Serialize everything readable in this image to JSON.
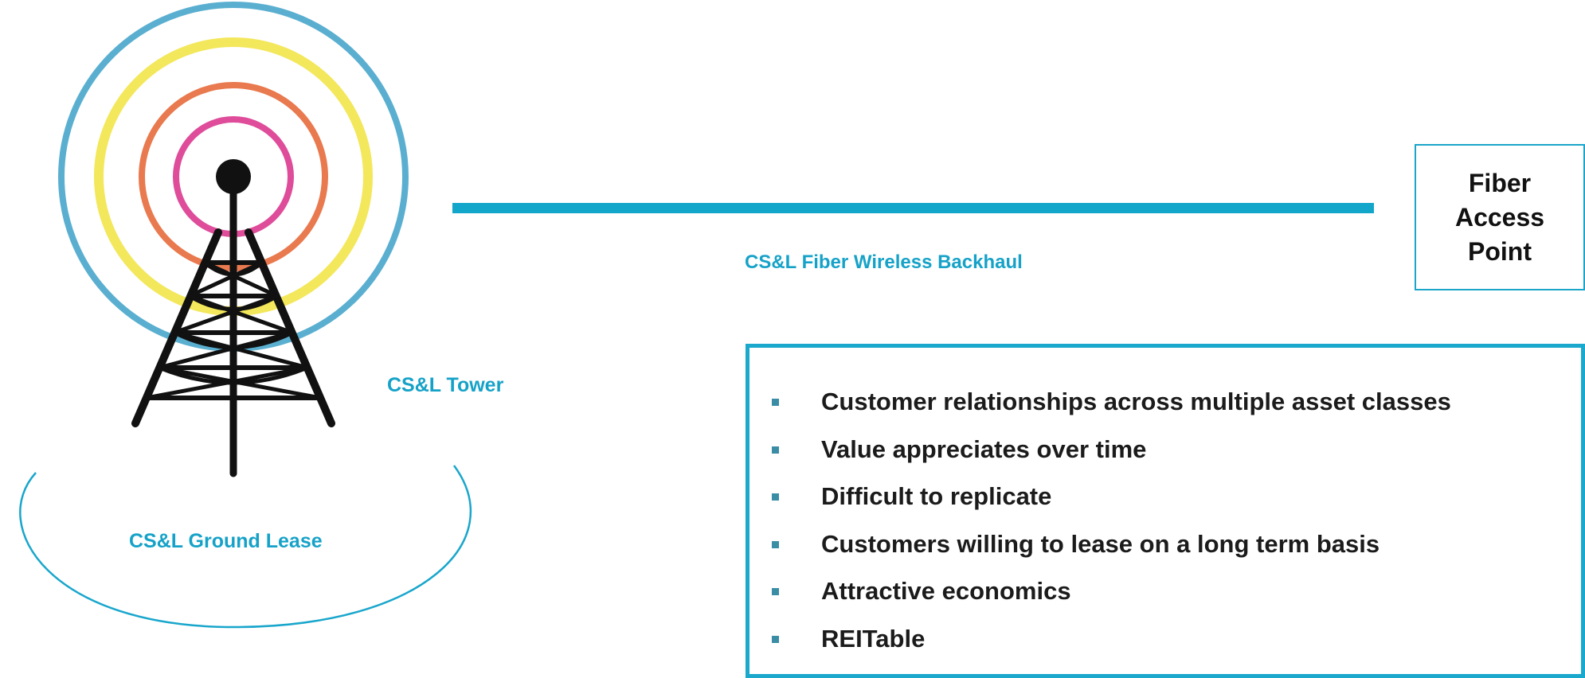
{
  "diagram": {
    "tower_label": "CS&L Tower",
    "ground_lease_label": "CS&L Ground Lease",
    "backhaul_label": "CS&L Fiber Wireless Backhaul",
    "fiber_access_point": [
      "Fiber",
      "Access",
      "Point"
    ],
    "benefits": [
      "Customer relationships across multiple asset classes",
      "Value appreciates over time",
      "Difficult to replicate",
      "Customers willing to lease on a long term basis",
      "Attractive economics",
      "REITable"
    ],
    "colors": {
      "accent": "#16a2c8",
      "ring_outer": "#5aafd0",
      "ring_yellow": "#f3e75b",
      "ring_orange": "#e9794e",
      "ring_pink": "#de4c9a",
      "tower": "#111111"
    }
  }
}
